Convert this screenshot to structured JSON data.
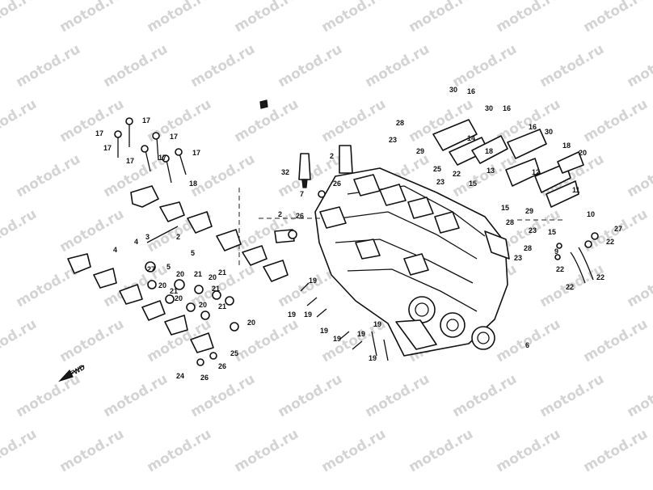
{
  "watermark": {
    "text": "motod.ru",
    "color": "#d4d4d4"
  },
  "diagram": {
    "ink_color": "#111111",
    "background": "#ffffff",
    "front_arrow_label": "FWD",
    "callouts": [
      "17",
      "17",
      "17",
      "17",
      "17",
      "17",
      "17",
      "18",
      "4",
      "4",
      "3",
      "2",
      "27",
      "5",
      "5",
      "20",
      "20",
      "20",
      "20",
      "20",
      "21",
      "21",
      "21",
      "21",
      "21",
      "25",
      "26",
      "26",
      "24",
      "20",
      "32",
      "7",
      "2",
      "26",
      "2",
      "26",
      "19",
      "19",
      "19",
      "19",
      "19",
      "19",
      "19",
      "19",
      "28",
      "23",
      "29",
      "30",
      "16",
      "30",
      "16",
      "14",
      "18",
      "25",
      "23",
      "13",
      "22",
      "15",
      "16",
      "30",
      "12",
      "15",
      "18",
      "20",
      "11",
      "29",
      "10",
      "28",
      "23",
      "15",
      "22",
      "9",
      "27",
      "28",
      "23",
      "22",
      "22",
      "22",
      "6"
    ]
  }
}
